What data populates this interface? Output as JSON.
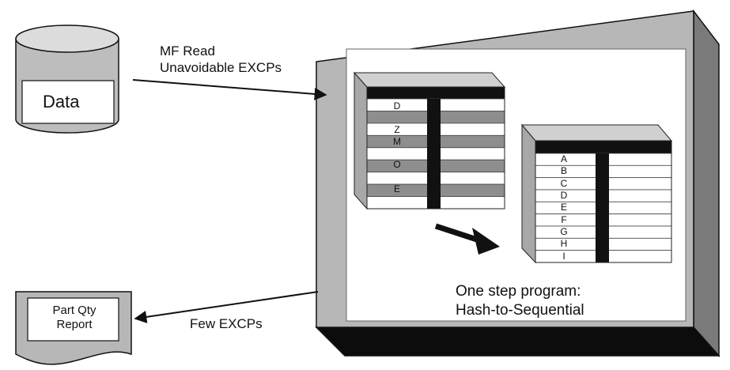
{
  "source": {
    "label": "Data"
  },
  "read_arrow": {
    "line1": "MF Read",
    "line2": "Unavoidable EXCPs"
  },
  "write_arrow": {
    "label": "Few EXCPs"
  },
  "report": {
    "line1": "Part Qty",
    "line2": "Report"
  },
  "hash_table": {
    "row_letters": [
      "D",
      "Z",
      "M",
      "O",
      "E"
    ]
  },
  "sequential_table": {
    "row_letters": [
      "A",
      "B",
      "C",
      "D",
      "E",
      "F",
      "G",
      "H",
      "I"
    ]
  },
  "program": {
    "line1": "One step program:",
    "line2": "Hash-to-Sequential"
  }
}
